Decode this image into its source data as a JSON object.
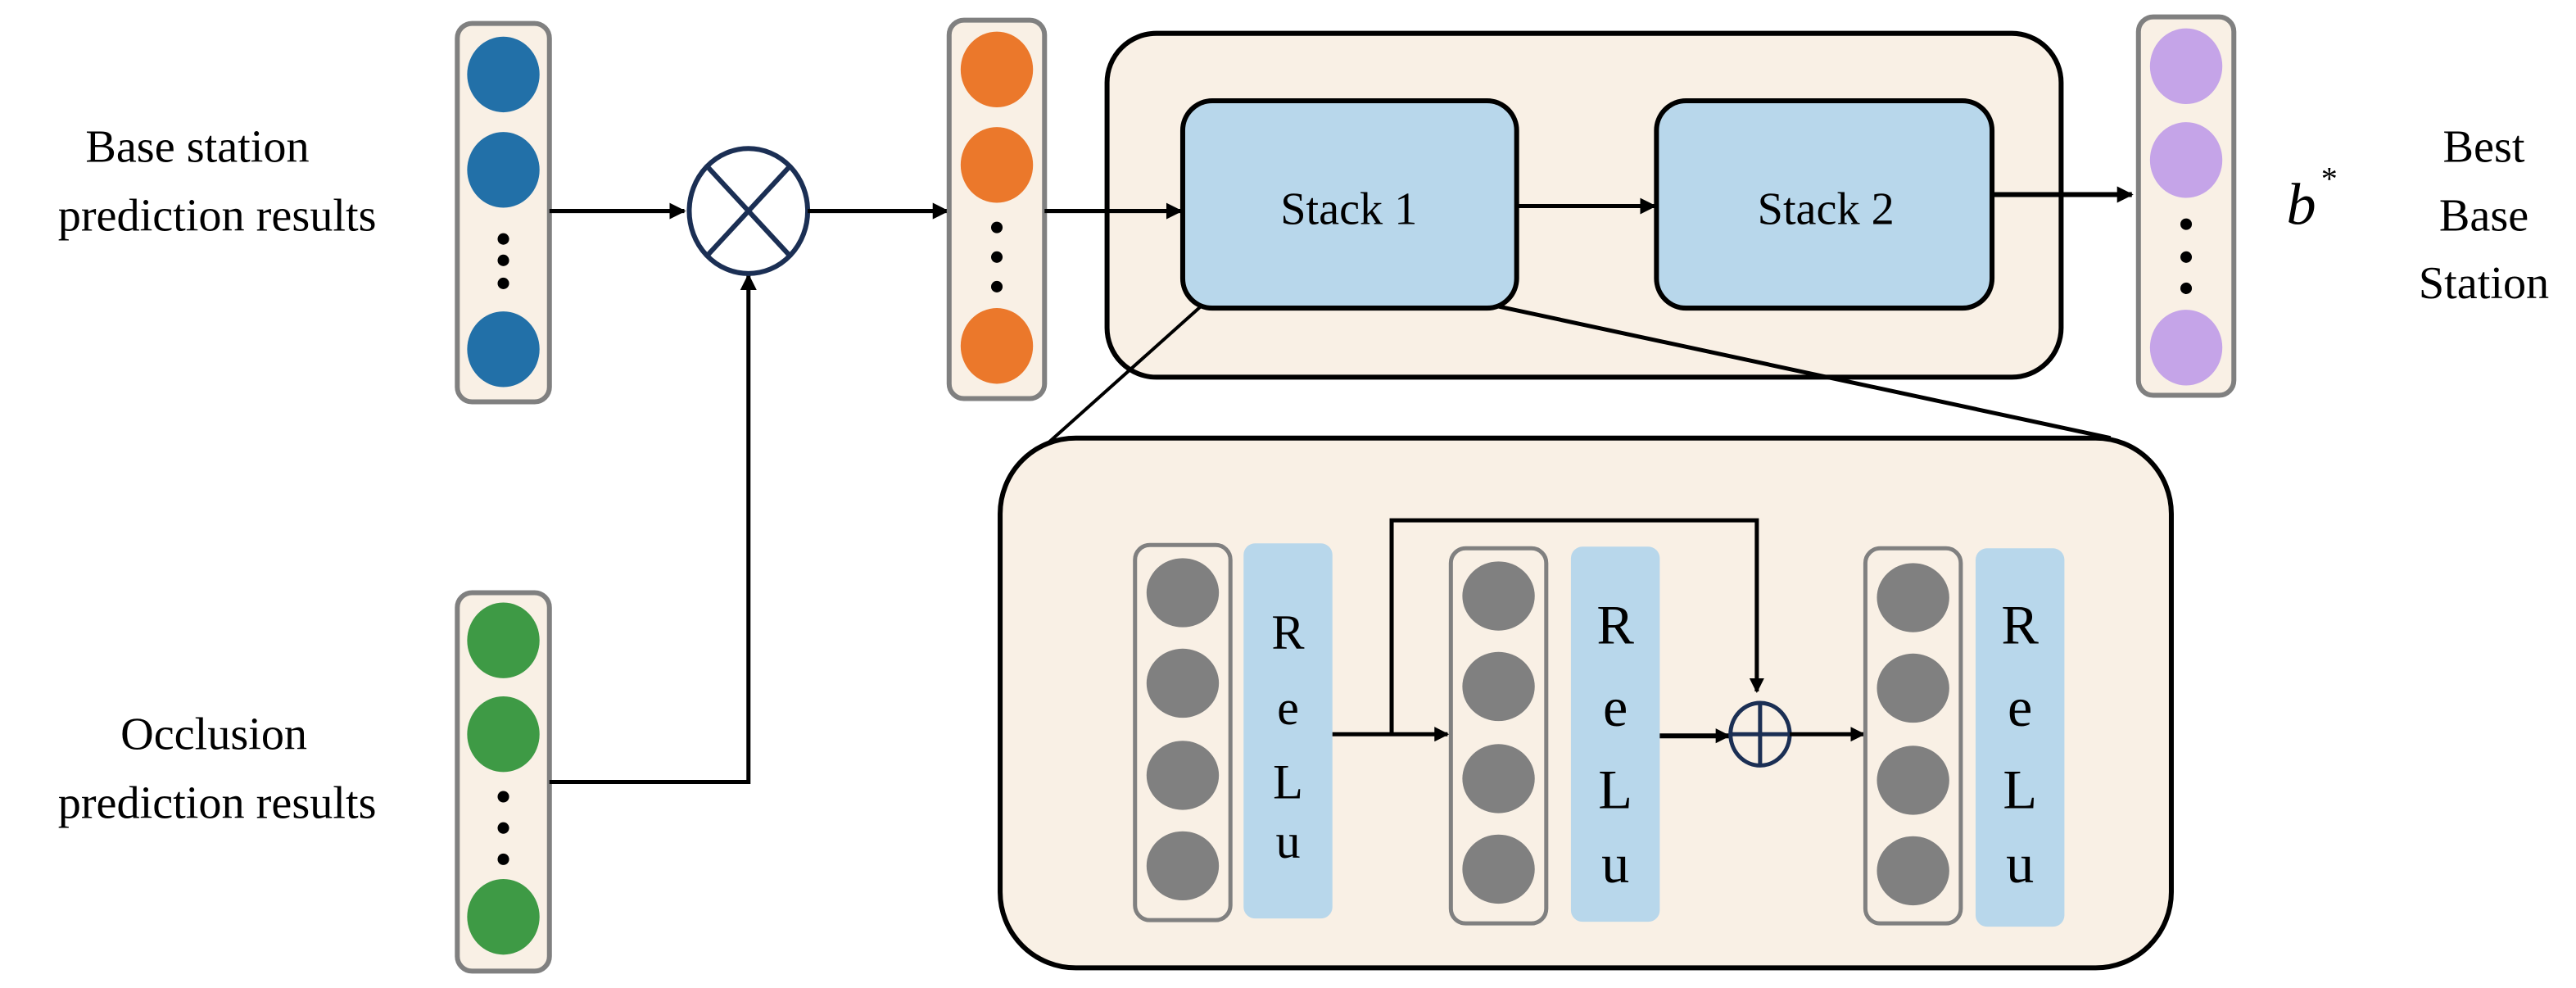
{
  "labels": {
    "input1_line1": "Base station",
    "input1_line2": "prediction results",
    "input2_line1": "Occlusion",
    "input2_line2": "prediction results",
    "stack1": "Stack 1",
    "stack2": "Stack 2",
    "output_symbol": "b",
    "output_superscript": "*",
    "output_line1": "Best",
    "output_line2": "Base",
    "output_line3": "Station",
    "relu_letters": [
      "R",
      "e",
      "L",
      "u"
    ]
  },
  "operators": {
    "multiply": "element-wise multiplication",
    "add": "residual addition"
  },
  "colors": {
    "base_station_nodes": "#2270a8",
    "occlusion_nodes": "#3e9a45",
    "fused_nodes": "#eb782b",
    "output_nodes": "#c5a4e8",
    "hidden_nodes": "#808080",
    "node_box_fill": "#f9f0e5",
    "stack_fill": "#b8d7eb",
    "relu_fill": "#b8d7eb",
    "operator_stroke": "#1b2f54"
  }
}
